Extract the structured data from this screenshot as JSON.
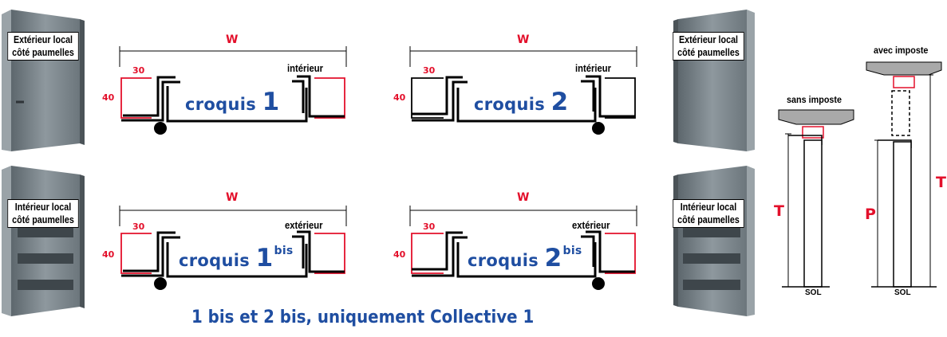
{
  "door_labels": {
    "exterior": [
      "Extérieur local",
      "côté paumelles"
    ],
    "interior": [
      "Intérieur local",
      "côté paumelles"
    ]
  },
  "dimensions": {
    "width": "W",
    "depth_30": "30",
    "depth_40": "40",
    "height_T": "T",
    "height_P": "P"
  },
  "sides": {
    "interior": "intérieur",
    "exterior": "extérieur"
  },
  "croquis": [
    {
      "word": "croquis",
      "number": "1",
      "suffix": ""
    },
    {
      "word": "croquis",
      "number": "2",
      "suffix": ""
    },
    {
      "word": "croquis",
      "number": "1",
      "suffix": "bis"
    },
    {
      "word": "croquis",
      "number": "2",
      "suffix": "bis"
    }
  ],
  "elevations": {
    "without": "sans imposte",
    "with": "avec imposte",
    "floor": "SOL"
  },
  "footer": "1 bis et 2 bis, uniquement Collective 1",
  "colors": {
    "blue": "#1f4ea1",
    "red": "#e3102b",
    "door_grey": "#7e8a91"
  }
}
